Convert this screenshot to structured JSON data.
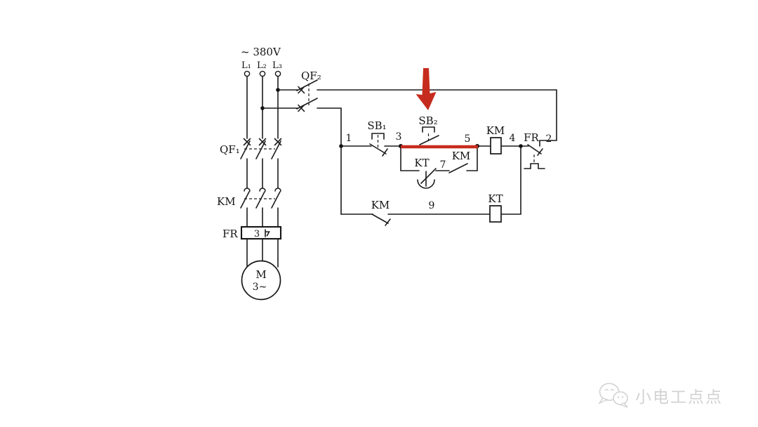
{
  "diagram": {
    "supply": {
      "voltage": "~ 380V",
      "l1": "L₁",
      "l2": "L₂",
      "l3": "L₃"
    },
    "labels": {
      "qf2": "QF₂",
      "qf1": "QF₁",
      "km_main": "KM",
      "fr_main": "FR",
      "fr_heaters": "3",
      "motor_m": "M",
      "motor_phases": "3~",
      "sb1": "SB₁",
      "sb2": "SB₂",
      "km_coil": "KM",
      "fr_contact": "FR",
      "kt_contact": "KT",
      "km_aux": "KM",
      "km_hold": "KM",
      "kt_coil": "KT"
    },
    "nodes": {
      "n1": "1",
      "n2": "2",
      "n3": "3",
      "n4": "4",
      "n5": "5",
      "n7": "7",
      "n9": "9"
    },
    "colors": {
      "wire": "#1c1c1c",
      "highlight": "#c62c1d",
      "watermark": "#d2d2d2"
    }
  },
  "watermark": {
    "text": "小电工点点"
  }
}
